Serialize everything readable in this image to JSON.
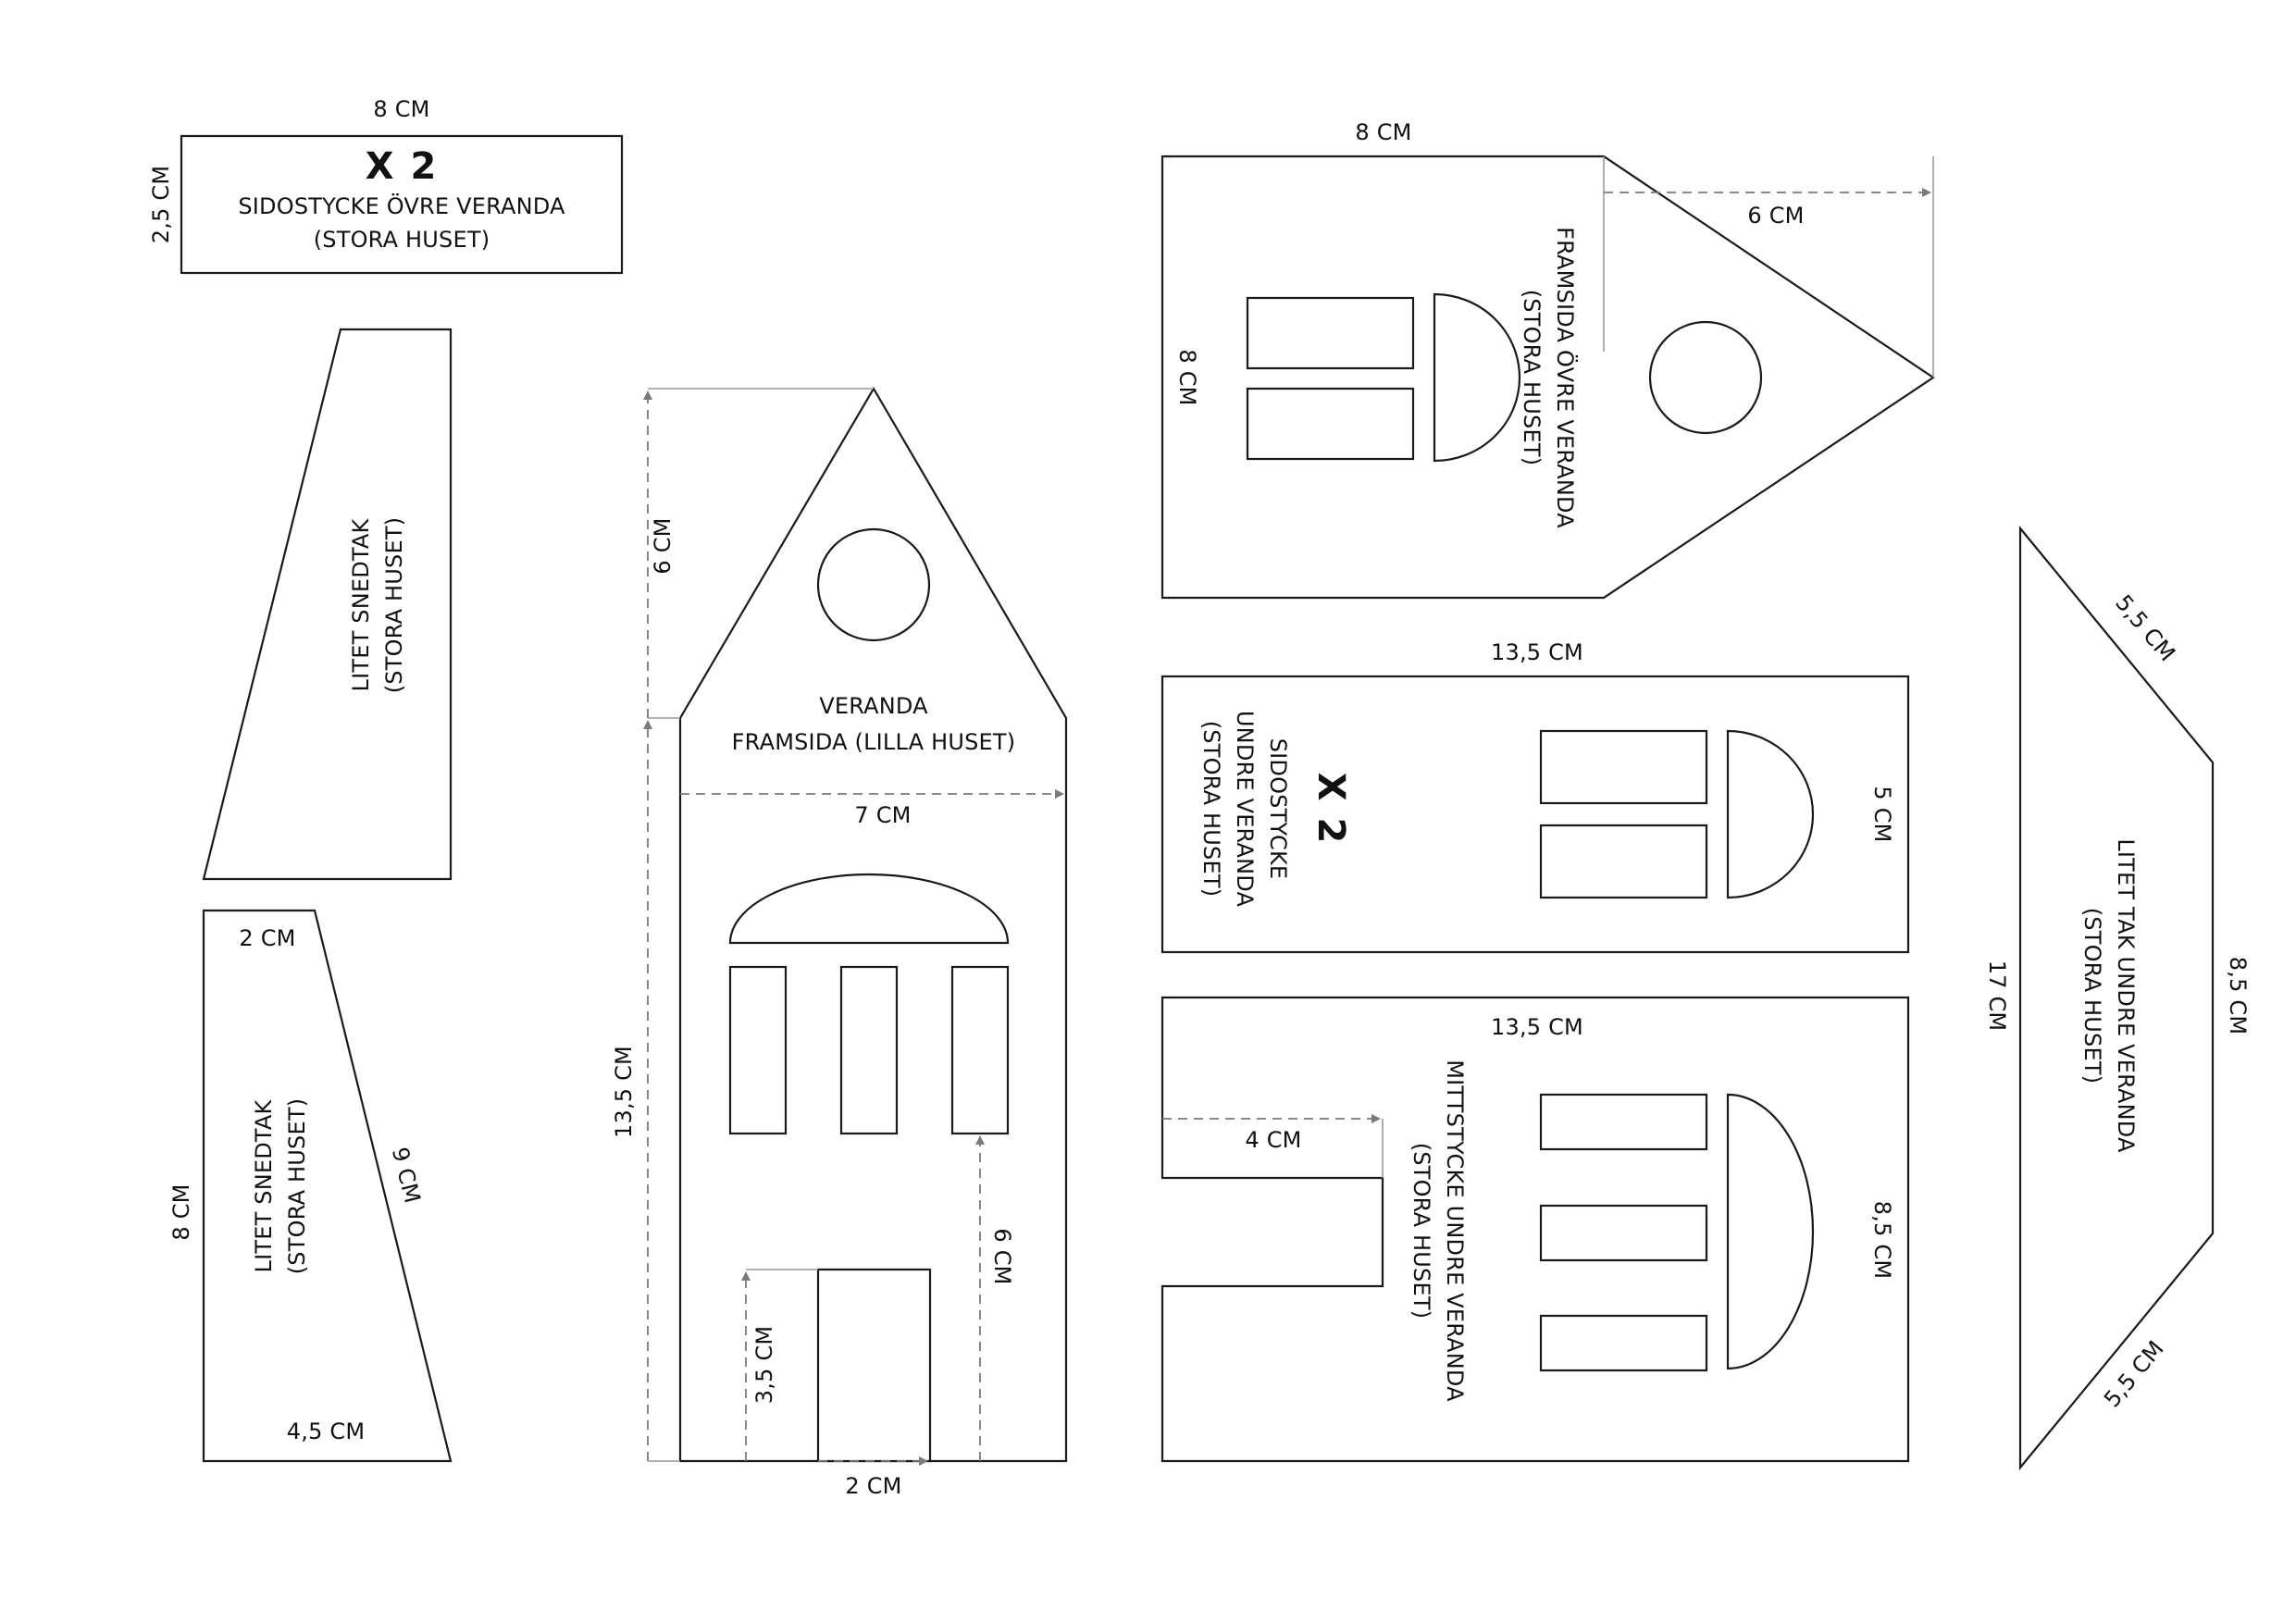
{
  "labels": {
    "x2": "X 2",
    "sidostycke_ovre_1": "SIDOSTYCKE ÖVRE VERANDA",
    "stora_huset_paren": "(STORA HUSET)",
    "litet_snedtak": "LITET SNEDTAK",
    "veranda": "VERANDA",
    "framsida_lilla": "FRAMSIDA (LILLA HUSET)",
    "framsida_ovre": "FRAMSIDA ÖVRE VERANDA",
    "sidostycke": "SIDOSTYCKE",
    "undre_veranda": "UNDRE VERANDA",
    "mittstycke": "MITTSTYCKE UNDRE VERANDA",
    "litet_tak_undre": "LITET TAK UNDRE VERANDA"
  },
  "dims": {
    "d8": "8 CM",
    "d2_5": "2,5 CM",
    "d2": "2 CM",
    "d9": "9 CM",
    "d4_5": "4,5 CM",
    "d6": "6 CM",
    "d7": "7 CM",
    "d13_5": "13,5 CM",
    "d3_5": "3,5 CM",
    "d5": "5 CM",
    "d4": "4 CM",
    "d8_5": "8,5 CM",
    "d5_5": "5,5 CM",
    "d17": "17 CM"
  },
  "colors": {
    "outline": "#1a1a1a",
    "dimension": "#7a7a7a",
    "background": "#ffffff"
  }
}
